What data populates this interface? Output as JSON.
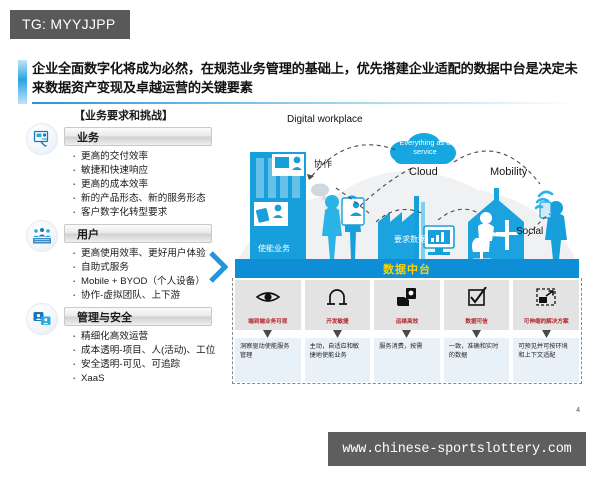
{
  "tg_tag": "TG: MYYJJPP",
  "slide": {
    "title": "企业全面数字化将成为必然，在规范业务管理的基础上，优先搭建企业适配的数据中台是决定未来数据资产变现及卓越运营的关键要素",
    "page_number": "4",
    "left": {
      "header": "【业务要求和挑战】",
      "groups": [
        {
          "icon": "presentation-chart-icon",
          "title": "业务",
          "bullets": [
            "更高的交付效率",
            "敏捷和快速响应",
            "更高的成本效率",
            "新的产品形态、新的服务形态",
            "客户数字化转型要求"
          ]
        },
        {
          "icon": "people-group-icon",
          "title": "用户",
          "bullets": [
            "更高使用效率、更好用户体验",
            "自助式服务",
            "Mobile + BYOD（个人设备）",
            "协作-虚拟团队、上下游"
          ]
        },
        {
          "icon": "user-shield-icon",
          "title": "管理与安全",
          "bullets": [
            "精细化高效运营",
            "成本透明-项目、人(活动)、工位",
            "安全透明-可见、可追踪",
            "XaaS"
          ]
        }
      ]
    },
    "diagram": {
      "scene_title": "Digital workplace",
      "labels": {
        "collaboration": "协作",
        "enable_business": "使能业务",
        "require_data": "要求数据",
        "cloud_badge": "Everything as a service",
        "cloud": "Cloud",
        "mobility": "Mobility",
        "social": "Social"
      },
      "platform_bar": "数据中台",
      "cards": [
        {
          "icon": "eye-icon",
          "label": "端到端业务可视",
          "desc": "洞察驱动使能服务管理"
        },
        {
          "icon": "magnet-icon",
          "label": "开发敏捷",
          "desc": "主动，自适应和敏捷地使能业务"
        },
        {
          "icon": "hand-cash-icon",
          "label": "运维高效",
          "desc": "服务消费，按需"
        },
        {
          "icon": "checkbox-icon",
          "label": "数据可信",
          "desc": "一致，准确和实时的数据"
        },
        {
          "icon": "expand-icon",
          "label": "可伸缩的解决方案",
          "desc": "可预见并可按环境和上下文适配"
        }
      ]
    }
  },
  "watermark": "www.chinese-sportslottery.com",
  "colors": {
    "accent_blue": "#0f8ed8",
    "platform_text": "#ffd400",
    "card_label": "#b3272d",
    "tag_bg": "#595959"
  }
}
